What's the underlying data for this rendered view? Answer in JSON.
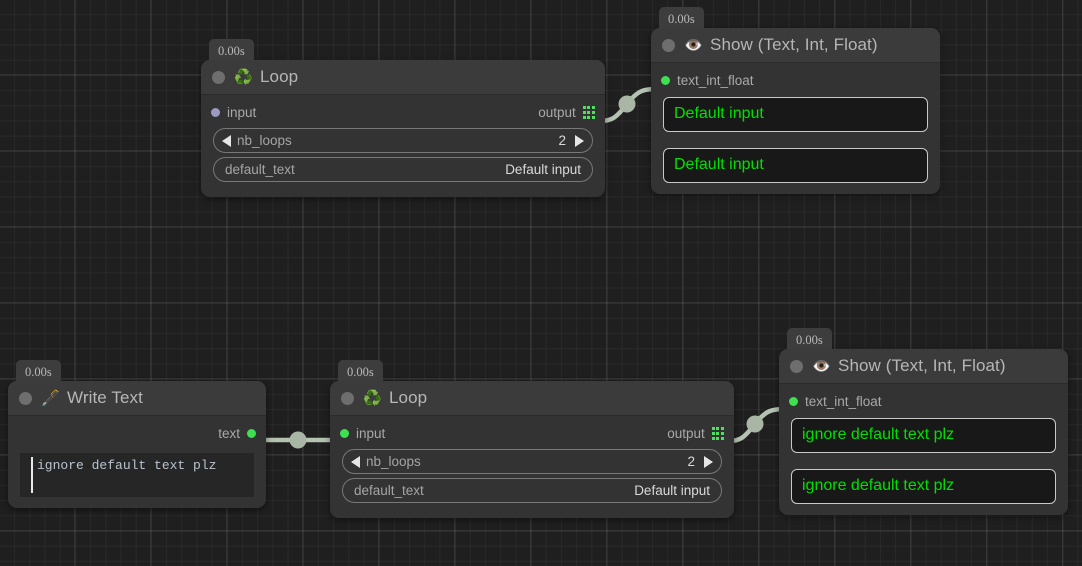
{
  "app": {
    "canvas_background": "#1f1f1f",
    "accent_green": "#3fdf52",
    "display_text_color": "#00e000",
    "wire_color": "#b5c2b2"
  },
  "nodes": [
    {
      "id": "loop-top",
      "timer": "0.00s",
      "icon": "recycle-icon",
      "emoji": "♻️",
      "title": "Loop",
      "input_port": {
        "label": "input",
        "state": "disconnected"
      },
      "output_port": {
        "label": "output",
        "icon": "grid-icon"
      },
      "fields": [
        {
          "name": "nb_loops",
          "value": "2",
          "type": "stepper"
        },
        {
          "name": "default_text",
          "value": "Default input",
          "type": "text"
        }
      ]
    },
    {
      "id": "show-top",
      "timer": "0.00s",
      "icon": "eye-icon",
      "emoji": "👁️",
      "title": "Show (Text, Int, Float)",
      "input_port": {
        "label": "text_int_float",
        "state": "connected"
      },
      "displays": [
        "Default input",
        "Default input"
      ]
    },
    {
      "id": "write-text",
      "timer": "0.00s",
      "icon": "fountain-pen-icon",
      "emoji": "🖋️",
      "title": "Write Text",
      "output_port": {
        "label": "text",
        "state": "connected"
      },
      "textarea_value": "ignore default text plz"
    },
    {
      "id": "loop-bottom",
      "timer": "0.00s",
      "icon": "recycle-icon",
      "emoji": "♻️",
      "title": "Loop",
      "input_port": {
        "label": "input",
        "state": "connected"
      },
      "output_port": {
        "label": "output",
        "icon": "grid-icon"
      },
      "fields": [
        {
          "name": "nb_loops",
          "value": "2",
          "type": "stepper"
        },
        {
          "name": "default_text",
          "value": "Default input",
          "type": "text"
        }
      ]
    },
    {
      "id": "show-bottom",
      "timer": "0.00s",
      "icon": "eye-icon",
      "emoji": "👁️",
      "title": "Show (Text, Int, Float)",
      "input_port": {
        "label": "text_int_float",
        "state": "connected"
      },
      "displays": [
        "ignore default text plz",
        "ignore default text plz"
      ]
    }
  ],
  "wires": [
    {
      "from": "loop-top.output",
      "to": "show-top.text_int_float"
    },
    {
      "from": "write-text.text",
      "to": "loop-bottom.input"
    },
    {
      "from": "loop-bottom.output",
      "to": "show-bottom.text_int_float"
    }
  ]
}
